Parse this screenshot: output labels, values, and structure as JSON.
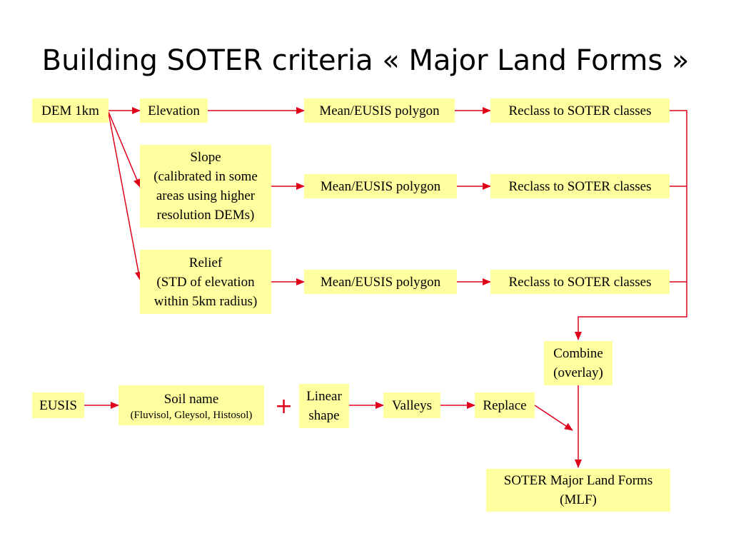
{
  "title": "Building SOTER criteria « Major Land Forms »",
  "accent_color": "#e0001a",
  "box_color": "#ffffa0",
  "nodes": {
    "dem": "DEM 1km",
    "elevation": "Elevation",
    "mean1": "Mean/EUSIS polygon",
    "reclass1": "Reclass to SOTER classes",
    "slope": [
      "Slope",
      "(calibrated in some",
      "areas using higher",
      "resolution DEMs)"
    ],
    "mean2": "Mean/EUSIS polygon",
    "reclass2": "Reclass to SOTER classes",
    "relief": [
      "Relief",
      "(STD of elevation",
      "within 5km radius)"
    ],
    "mean3": "Mean/EUSIS polygon",
    "reclass3": "Reclass to SOTER classes",
    "combine": [
      "Combine",
      "(overlay)"
    ],
    "eusis": "EUSIS",
    "soil": [
      "Soil name",
      "(Fluvisol, Gleysol, Histosol)"
    ],
    "plus": "+",
    "linear": [
      "Linear",
      "shape"
    ],
    "valleys": "Valleys",
    "replace": "Replace",
    "mlf": [
      "SOTER Major Land Forms",
      "(MLF)"
    ]
  }
}
